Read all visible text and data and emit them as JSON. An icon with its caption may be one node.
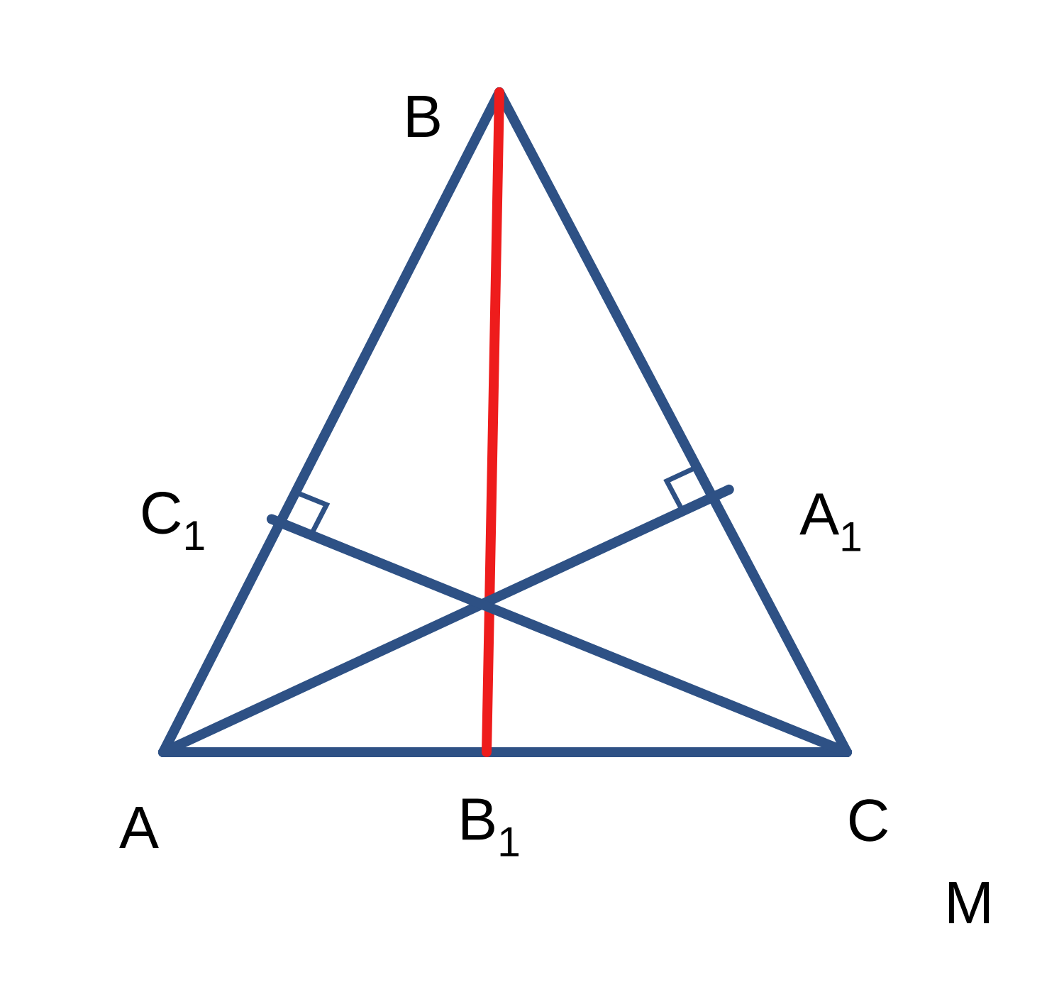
{
  "diagram": {
    "nodes": [
      {
        "text": [
          "A"
        ]
      },
      {
        "text": [
          "B"
        ]
      },
      {
        "text": [
          "C"
        ]
      },
      {
        "text": [
          "A$_{1}$"
        ]
      },
      {
        "text": [
          "B$_{1}$"
        ]
      },
      {
        "text": [
          "C$_{1}$"
        ]
      }
    ],
    "edges": [
      {
        "from": 0,
        "to": 1,
        "arrow": "none"
      },
      {
        "from": 1,
        "to": 2,
        "arrow": "none"
      },
      {
        "from": 0,
        "to": 2,
        "arrow": "none"
      },
      {
        "from": 1,
        "to": 4,
        "arrow": "none",
        "color": "#ee1c1c"
      },
      {
        "from": 0,
        "to": 3,
        "arrow": "none"
      },
      {
        "from": 2,
        "to": 5,
        "arrow": "none"
      }
    ],
    "labels": [
      "M"
    ]
  }
}
